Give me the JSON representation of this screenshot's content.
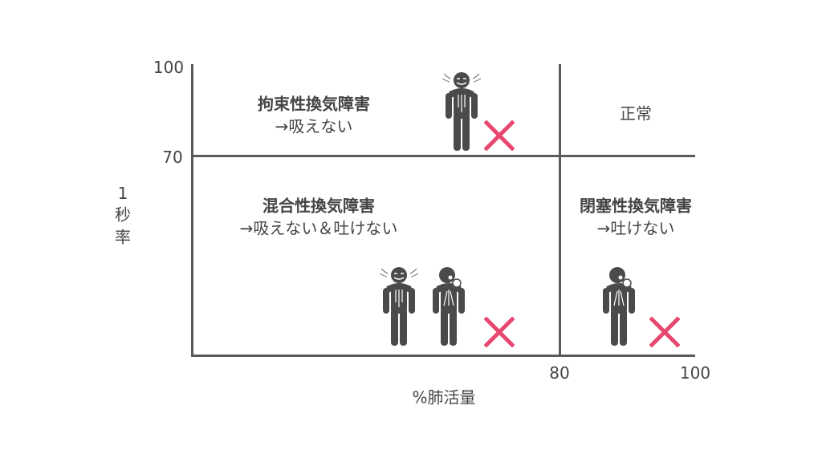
{
  "axes": {
    "y_label_lines": [
      "1",
      "秒",
      "率"
    ],
    "x_label": "%肺活量",
    "y_ticks": [
      "100",
      "70"
    ],
    "x_ticks": [
      "80",
      "100"
    ]
  },
  "quadrants": {
    "restrictive": {
      "title": "拘束性換気障害",
      "subtitle": "→吸えない"
    },
    "normal": {
      "title": "正常"
    },
    "mixed": {
      "title": "混合性換気障害",
      "subtitle": "→吸えない＆吐けない"
    },
    "obstructive": {
      "title": "閉塞性換気障害",
      "subtitle": "→吐けない"
    }
  },
  "colors": {
    "axis": "#5a5a5a",
    "figure": "#4a4a4a",
    "cross": "#e8476f"
  },
  "icons": [
    "person-inhale-icon",
    "person-exhale-icon",
    "cross-mark-icon"
  ]
}
